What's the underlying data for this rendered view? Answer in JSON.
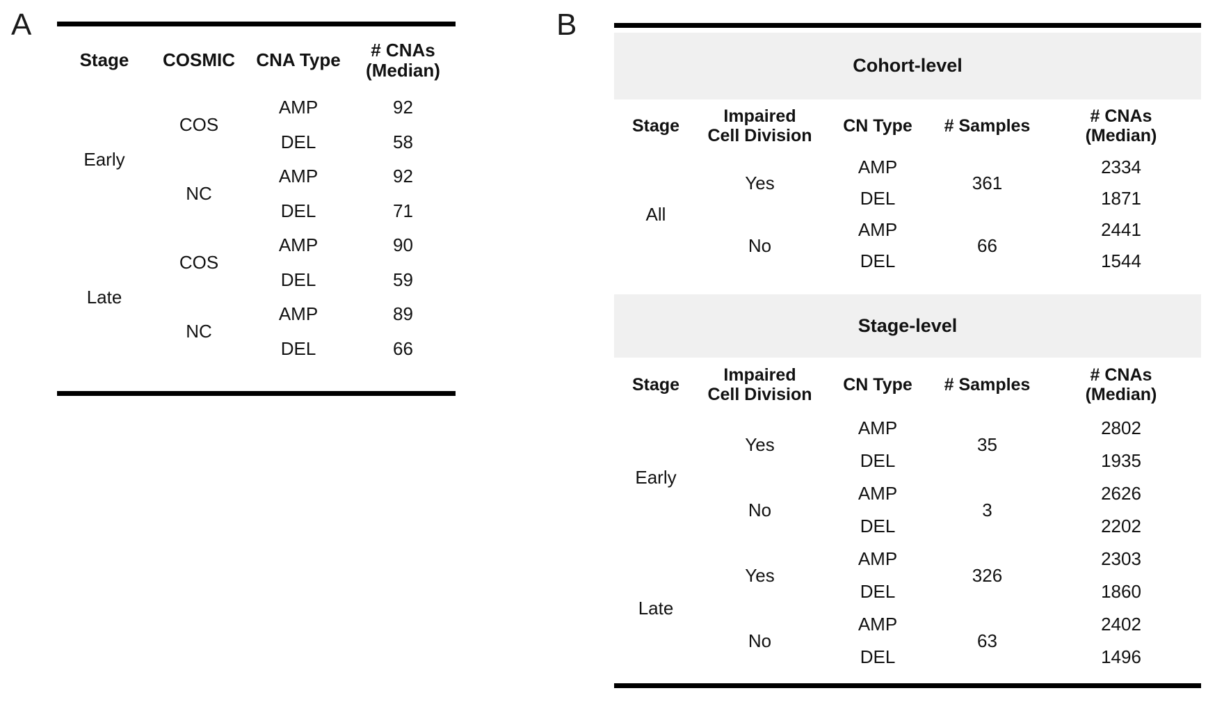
{
  "figure": {
    "panels": [
      {
        "label": "A",
        "table": {
          "columns": [
            "Stage",
            "COSMIC",
            "CNA Type",
            "# CNAs\n(Median)"
          ],
          "column_header_line1": [
            "Stage",
            "COSMIC",
            "CNA Type",
            "# CNAs"
          ],
          "column_header_line2": [
            "",
            "",
            "",
            "(Median)"
          ],
          "groups": [
            {
              "stage": "Early",
              "subgroups": [
                {
                  "cosmic": "COS",
                  "rows": [
                    {
                      "cna_type": "AMP",
                      "cnas_median": "92"
                    },
                    {
                      "cna_type": "DEL",
                      "cnas_median": "58"
                    }
                  ]
                },
                {
                  "cosmic": "NC",
                  "rows": [
                    {
                      "cna_type": "AMP",
                      "cnas_median": "92"
                    },
                    {
                      "cna_type": "DEL",
                      "cnas_median": "71"
                    }
                  ]
                }
              ]
            },
            {
              "stage": "Late",
              "subgroups": [
                {
                  "cosmic": "COS",
                  "rows": [
                    {
                      "cna_type": "AMP",
                      "cnas_median": "90"
                    },
                    {
                      "cna_type": "DEL",
                      "cnas_median": "59"
                    }
                  ]
                },
                {
                  "cosmic": "NC",
                  "rows": [
                    {
                      "cna_type": "AMP",
                      "cnas_median": "89"
                    },
                    {
                      "cna_type": "DEL",
                      "cnas_median": "66"
                    }
                  ]
                }
              ]
            }
          ]
        }
      },
      {
        "label": "B",
        "sections": [
          {
            "title": "Cohort-level",
            "columns": [
              "Stage",
              "Impaired Cell Division",
              "CN Type",
              "# Samples",
              "# CNAs (Median)"
            ],
            "column_header_parts": {
              "stage": "Stage",
              "icd_line1": "Impaired",
              "icd_line2": "Cell Division",
              "cn_type": "CN Type",
              "samples": "# Samples",
              "cnas_line1": "# CNAs",
              "cnas_line2": "(Median)"
            },
            "groups": [
              {
                "stage": "All",
                "subgroups": [
                  {
                    "impaired_cell_division": "Yes",
                    "samples": "361",
                    "rows": [
                      {
                        "cn_type": "AMP",
                        "cnas_median": "2334"
                      },
                      {
                        "cn_type": "DEL",
                        "cnas_median": "1871"
                      }
                    ]
                  },
                  {
                    "impaired_cell_division": "No",
                    "samples": "66",
                    "rows": [
                      {
                        "cn_type": "AMP",
                        "cnas_median": "2441"
                      },
                      {
                        "cn_type": "DEL",
                        "cnas_median": "1544"
                      }
                    ]
                  }
                ]
              }
            ]
          },
          {
            "title": "Stage-level",
            "columns": [
              "Stage",
              "Impaired Cell Division",
              "CN Type",
              "# Samples",
              "# CNAs (Median)"
            ],
            "column_header_parts": {
              "stage": "Stage",
              "icd_line1": "Impaired",
              "icd_line2": "Cell Division",
              "cn_type": "CN Type",
              "samples": "# Samples",
              "cnas_line1": "# CNAs",
              "cnas_line2": "(Median)"
            },
            "groups": [
              {
                "stage": "Early",
                "subgroups": [
                  {
                    "impaired_cell_division": "Yes",
                    "samples": "35",
                    "rows": [
                      {
                        "cn_type": "AMP",
                        "cnas_median": "2802"
                      },
                      {
                        "cn_type": "DEL",
                        "cnas_median": "1935"
                      }
                    ]
                  },
                  {
                    "impaired_cell_division": "No",
                    "samples": "3",
                    "rows": [
                      {
                        "cn_type": "AMP",
                        "cnas_median": "2626"
                      },
                      {
                        "cn_type": "DEL",
                        "cnas_median": "2202"
                      }
                    ]
                  }
                ]
              },
              {
                "stage": "Late",
                "subgroups": [
                  {
                    "impaired_cell_division": "Yes",
                    "samples": "326",
                    "rows": [
                      {
                        "cn_type": "AMP",
                        "cnas_median": "2303"
                      },
                      {
                        "cn_type": "DEL",
                        "cnas_median": "1860"
                      }
                    ]
                  },
                  {
                    "impaired_cell_division": "No",
                    "samples": "63",
                    "rows": [
                      {
                        "cn_type": "AMP",
                        "cnas_median": "2402"
                      },
                      {
                        "cn_type": "DEL",
                        "cnas_median": "1496"
                      }
                    ]
                  }
                ]
              }
            ]
          }
        ]
      }
    ]
  },
  "colors": {
    "rule": "#000000",
    "band_background": "#f0f0f0",
    "text": "#111111",
    "page_background": "#ffffff"
  }
}
